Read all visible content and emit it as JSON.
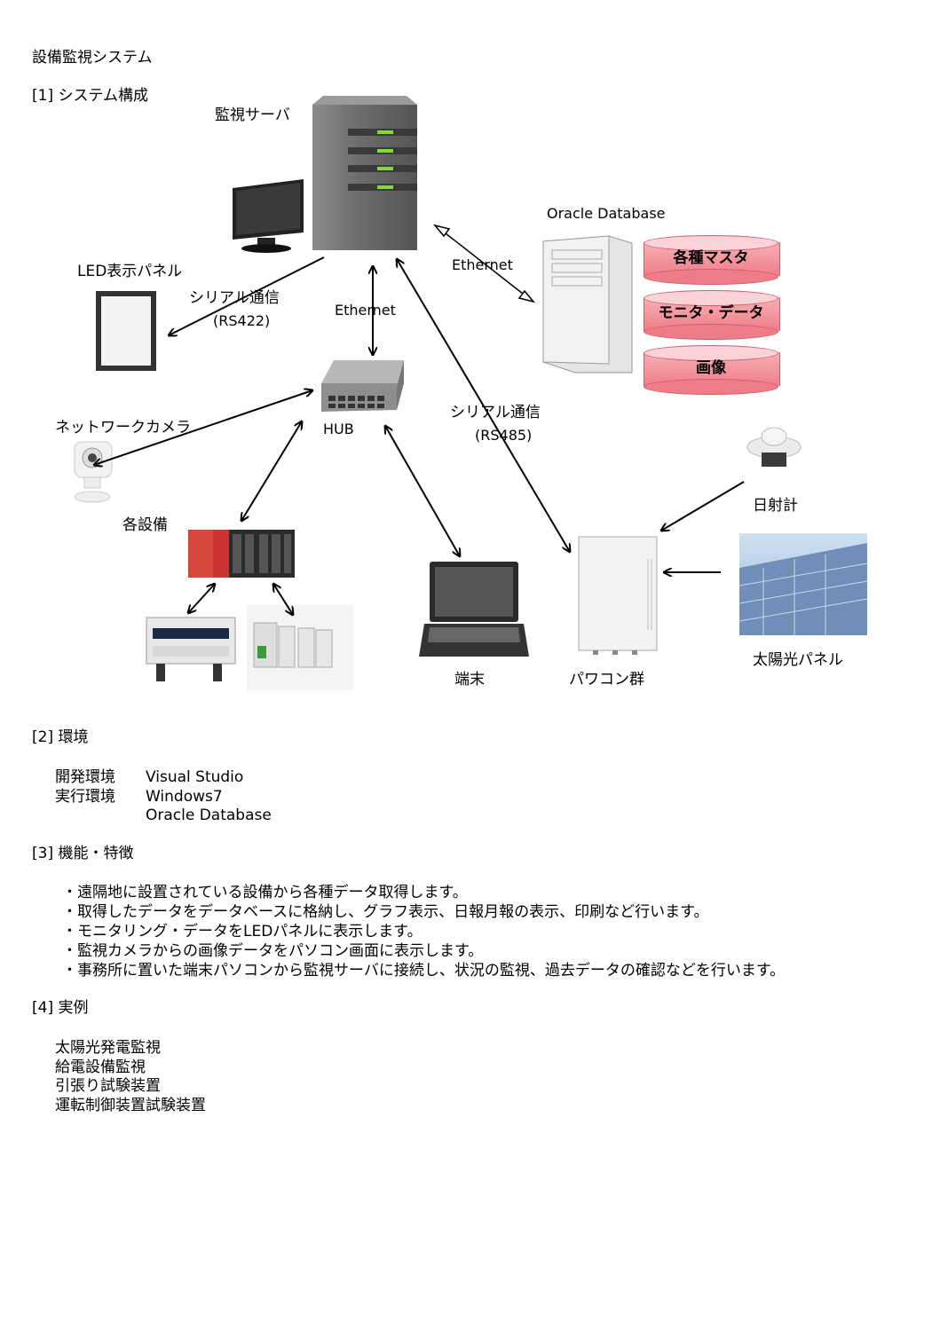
{
  "page_title": "設備監視システム",
  "sections": {
    "s1": "[1] システム構成",
    "s2": "[2] 環境",
    "s3": "[3] 機能・特徴",
    "s4": "[4] 実例"
  },
  "diagram": {
    "server": "監視サーバ",
    "oracle": "Oracle Database",
    "db_items": [
      "各種マスタ",
      "モニタ・データ",
      "画像"
    ],
    "ethernet_server_db": "Ethernet",
    "led_panel": "LED表示パネル",
    "serial_rs422": "シリアル通信",
    "rs422": "(RS422)",
    "ethernet_hub": "Ethernet",
    "hub": "HUB",
    "serial_rs485": "シリアル通信",
    "rs485": "(RS485)",
    "camera": "ネットワークカメラ",
    "equipment": "各設備",
    "pyranometer": "日射計",
    "terminal": "端末",
    "pcs": "パワコン群",
    "solar_panel": "太陽光パネル"
  },
  "environment": {
    "dev_label": "開発環境",
    "dev_value": "Visual Studio",
    "run_label": "実行環境",
    "run_values": [
      "Windows7",
      "Oracle Database"
    ]
  },
  "features": [
    "・遠隔地に設置されている設備から各種データ取得します。",
    "・取得したデータをデータベースに格納し、グラフ表示、日報月報の表示、印刷など行います。",
    "・モニタリング・データをLEDパネルに表示します。",
    "・監視カメラからの画像データをパソコン画面に表示します。",
    "・事務所に置いた端末パソコンから監視サーバに接続し、状況の監視、過去データの確認などを行います。"
  ],
  "examples": [
    "太陽光発電監視",
    "給電設備監視",
    "引張り試験装置",
    "運転制御装置試験装置"
  ],
  "colors": {
    "db_fill": "#ee7d88",
    "led_green": "#7ddc3c",
    "server_gray": "#6e6e6e"
  }
}
